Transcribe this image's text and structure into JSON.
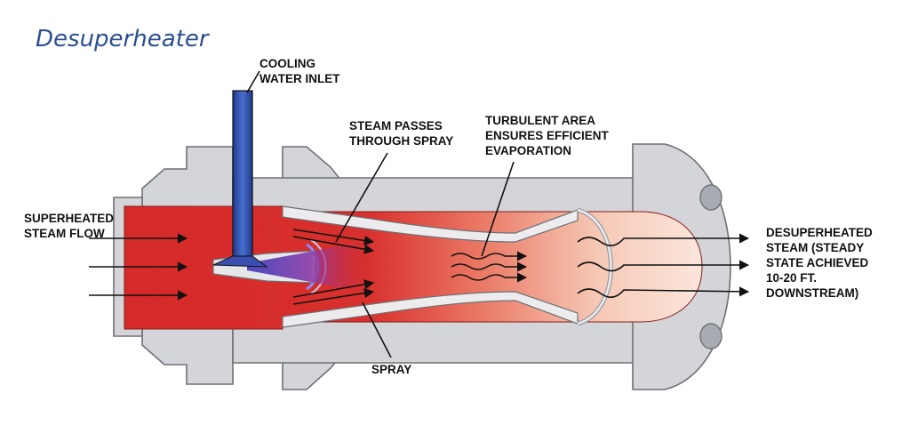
{
  "title": "Desuperheater",
  "labels": {
    "cooling_water": [
      "COOLING",
      "WATER INLET"
    ],
    "steam_passes": [
      "STEAM PASSES",
      "THROUGH SPRAY"
    ],
    "turbulent": [
      "TURBULENT AREA",
      "ENSURES EFFICIENT",
      "EVAPORATION"
    ],
    "superheated": [
      "SUPERHEATED",
      "STEAM FLOW"
    ],
    "desuperheated": [
      "DESUPERHEATED",
      "STEAM (STEADY",
      "STATE ACHIEVED",
      "10-20 FT.",
      "DOWNSTREAM)"
    ],
    "spray": "SPRAY"
  },
  "colors": {
    "title": "#2b4f8f",
    "hot_steam": "#d42a2a",
    "cooled_steam": "#f7d6c6",
    "water_pipe": "#2f4fa8",
    "steel": "#d3d5d9"
  }
}
